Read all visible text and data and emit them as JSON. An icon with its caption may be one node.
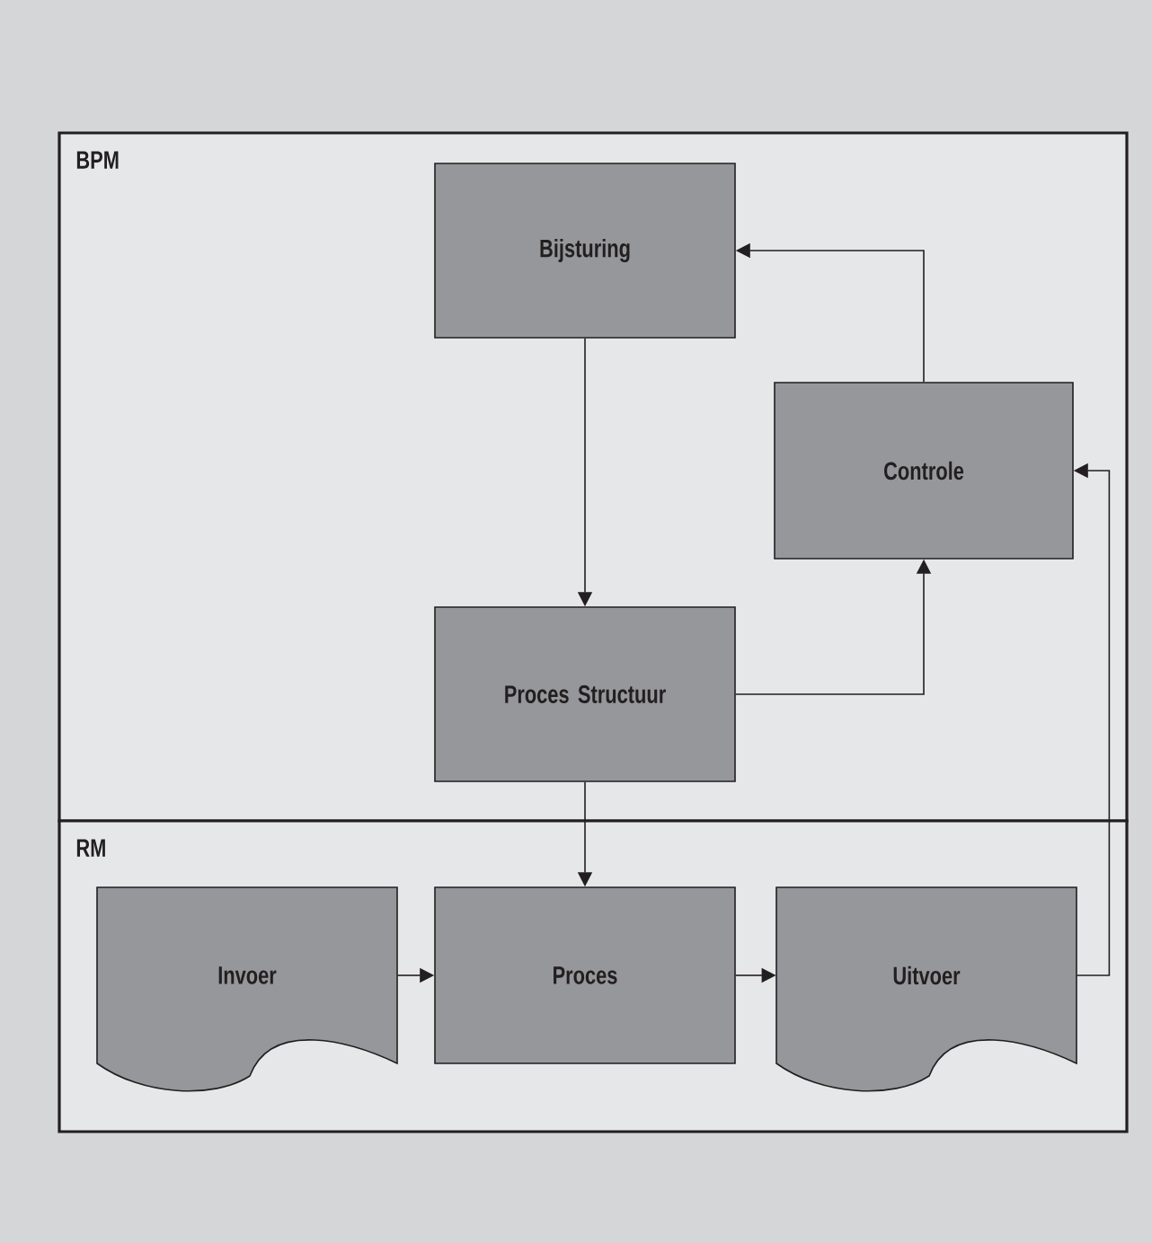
{
  "diagram": {
    "nodes": [
      {
        "text": [
          "BPM"
        ]
      },
      {
        "text": [
          "Bijsturing"
        ],
        "in": 0
      },
      {
        "text": [
          "Controle"
        ],
        "in": 0
      },
      {
        "text": [
          "Proces Structuur"
        ],
        "in": 0
      },
      {
        "text": [
          "RM"
        ]
      },
      {
        "text": [
          "Invoer"
        ],
        "in": 4
      },
      {
        "text": [
          "Proces"
        ],
        "in": 4
      },
      {
        "text": [
          "Uitvoer"
        ],
        "in": 4
      }
    ],
    "edges": [
      {
        "from": 1,
        "to": 3,
        "arrow": "to"
      },
      {
        "from": 2,
        "to": 1,
        "arrow": "to"
      },
      {
        "from": 3,
        "to": 2,
        "arrow": "to"
      },
      {
        "from": 3,
        "to": 6,
        "arrow": "to"
      },
      {
        "from": 5,
        "to": 6,
        "arrow": "to"
      },
      {
        "from": 6,
        "to": 7,
        "arrow": "to"
      },
      {
        "from": 7,
        "to": 2,
        "arrow": "to"
      }
    ]
  }
}
